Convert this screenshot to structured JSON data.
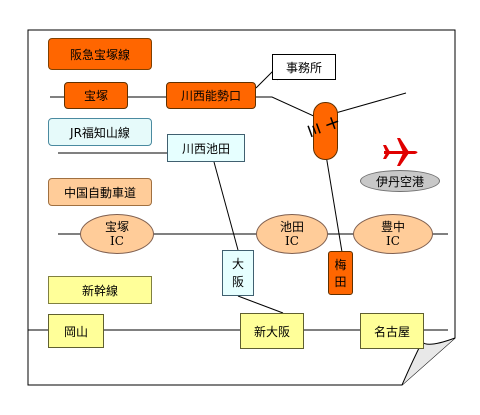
{
  "legend": {
    "hankyu_line": "阪急宝塚線",
    "jr_line": "JR福知山線",
    "highway": "中国自動車道",
    "shinkansen": "新幹線"
  },
  "hankyu_stations": {
    "takarazuka": "宝塚",
    "kawanishi_noseguchi": "川西能勢口",
    "juso": "十三",
    "umeda_top": "梅",
    "umeda_bottom": "田"
  },
  "callout": {
    "office": "事務所"
  },
  "jr_stations": {
    "kawanishi_ikeda": "川西池田",
    "osaka_top": "大",
    "osaka_bottom": "阪"
  },
  "interchanges": [
    {
      "name": "宝塚",
      "code": "IC"
    },
    {
      "name": "池田",
      "code": "IC"
    },
    {
      "name": "豊中",
      "code": "IC"
    }
  ],
  "airport": {
    "name": "伊丹空港",
    "icon": "airplane-icon"
  },
  "shinkansen_stations": {
    "okayama": "岡山",
    "shin_osaka": "新大阪",
    "nagoya": "名古屋"
  },
  "colors": {
    "hankyu": "#ff6600",
    "jr": "#e6fafa",
    "highway": "#ffcc99",
    "shinkansen": "#ffff99",
    "airport": "#c8c8c8",
    "airplane": "#e00000"
  }
}
